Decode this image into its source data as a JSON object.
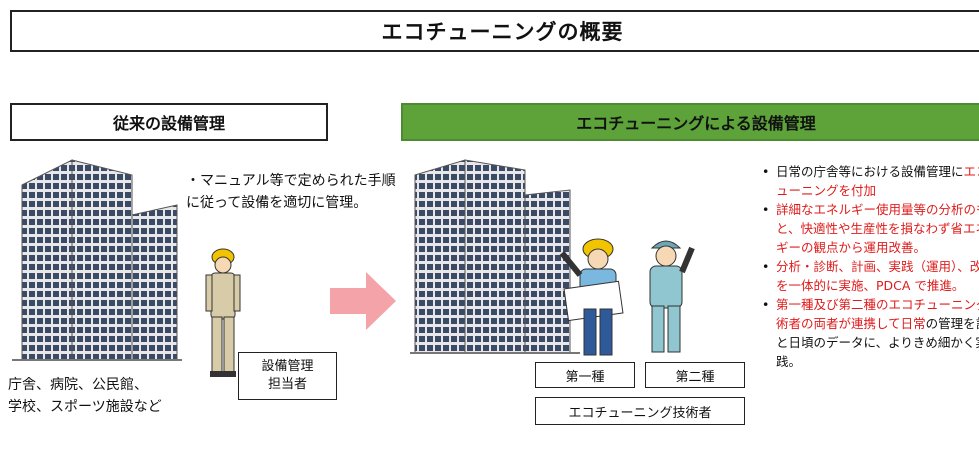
{
  "title": "エコチューニングの概要",
  "left": {
    "header": "従来の設備管理",
    "note": "・マニュアル等で定められた手順に従って設備を適切に管理。",
    "facilities_line1": "庁舎、病院、公民館、",
    "facilities_line2": "学校、スポーツ施設など",
    "role_line1": "設備管理",
    "role_line2": "担当者"
  },
  "right": {
    "header": "エコチューニングによる設備管理",
    "tag_first": "第一種",
    "tag_second": "第二種",
    "tag_engineer": "エコチューニング技術者",
    "bullets": [
      {
        "black": "日常の庁舎等における設備管理に",
        "red": "エコチューニングを付加"
      },
      {
        "black": "",
        "red": "詳細なエネルギー使用量等の分析のもと、快適性や生産性を損なわず省エネルギーの観点から運用改善。"
      },
      {
        "black": "",
        "red": "分析・診断、計画、実践（運用）、改善を一体的に実施、PDCA で推進。"
      },
      {
        "black": "の管理を計画と日頃のデータに、よりきめ細かく実践。",
        "red": "第一種及び第二種のエコチューニング技術者の両者が連携して日常"
      }
    ]
  },
  "colors": {
    "header_green": "#5da33a",
    "emphasis_red": "#e01b1b",
    "arrow_pink": "#f4a3a8"
  },
  "icons": [
    "office-building-icon",
    "worker-helmet-icon",
    "arrow-right-icon",
    "engineer-helmet-icon",
    "engineer-cap-icon"
  ]
}
